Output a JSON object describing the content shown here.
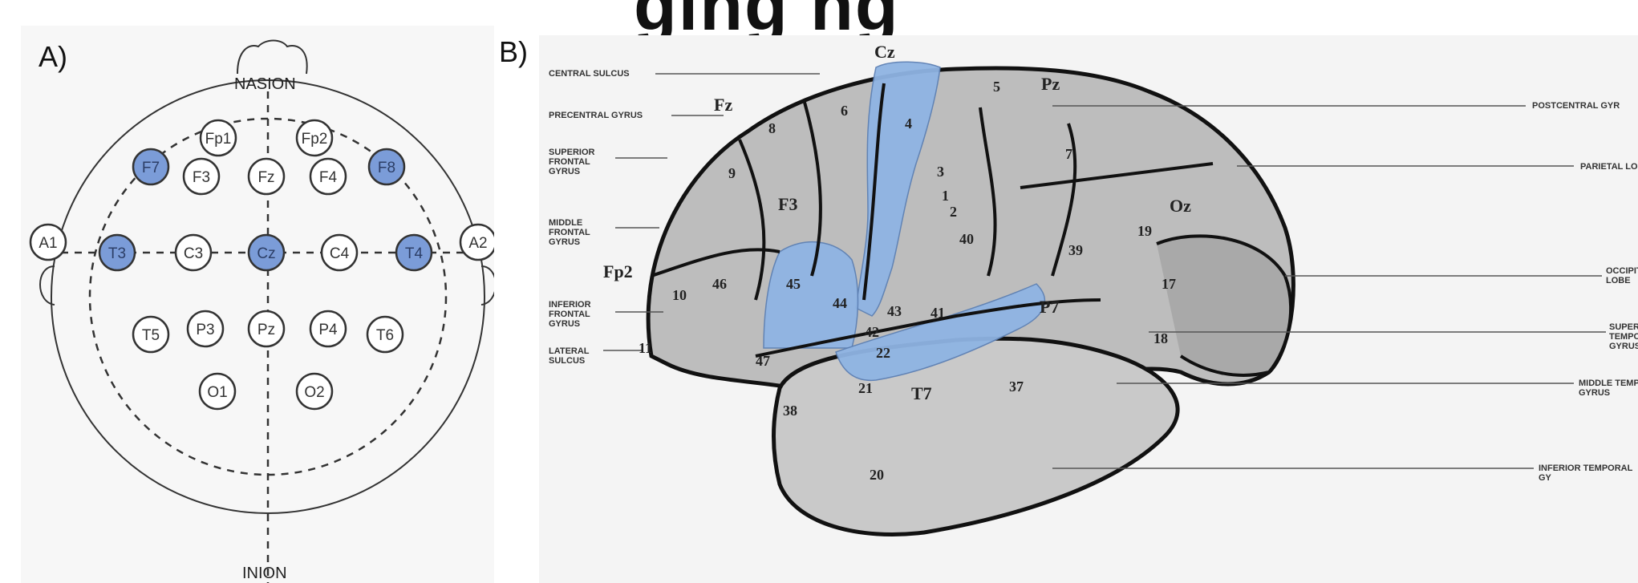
{
  "title_fragment": "ging  ng",
  "panel_a": {
    "label": "A)",
    "nasion": "NASION",
    "inion": "INION",
    "highlight_color": "#7b9cd8",
    "electrodes": [
      {
        "name": "Fp1",
        "highlighted": false
      },
      {
        "name": "Fp2",
        "highlighted": false
      },
      {
        "name": "F7",
        "highlighted": true
      },
      {
        "name": "F3",
        "highlighted": false
      },
      {
        "name": "Fz",
        "highlighted": false
      },
      {
        "name": "F4",
        "highlighted": false
      },
      {
        "name": "F8",
        "highlighted": true
      },
      {
        "name": "A1",
        "highlighted": false
      },
      {
        "name": "T3",
        "highlighted": true
      },
      {
        "name": "C3",
        "highlighted": false
      },
      {
        "name": "Cz",
        "highlighted": true
      },
      {
        "name": "C4",
        "highlighted": false
      },
      {
        "name": "T4",
        "highlighted": true
      },
      {
        "name": "A2",
        "highlighted": false
      },
      {
        "name": "T5",
        "highlighted": false
      },
      {
        "name": "P3",
        "highlighted": false
      },
      {
        "name": "Pz",
        "highlighted": false
      },
      {
        "name": "P4",
        "highlighted": false
      },
      {
        "name": "T6",
        "highlighted": false
      },
      {
        "name": "O1",
        "highlighted": false
      },
      {
        "name": "O2",
        "highlighted": false
      }
    ]
  },
  "panel_b": {
    "label": "B)",
    "region_color": "#8fb4e3",
    "electrode_labels": [
      "Cz",
      "Pz",
      "Fz",
      "F3",
      "Oz",
      "Fp2",
      "P7",
      "T7"
    ],
    "left_labels": [
      "CENTRAL SULCUS",
      "PRECENTRAL GYRUS",
      "SUPERIOR\nFRONTAL\nGYRUS",
      "MIDDLE\nFRONTAL\nGYRUS",
      "INFERIOR\nFRONTAL\nGYRUS",
      "LATERAL\nSULCUS"
    ],
    "right_labels": [
      "POSTCENTRAL GYR",
      "PARIETAL LO",
      "OCCIPIT\nLOBE",
      "SUPERIO\nTEMPORA\nGYRUS",
      "MIDDLE TEMPOR\nGYRUS",
      "INFERIOR TEMPORAL GY"
    ],
    "area_numbers": [
      "5",
      "6",
      "8",
      "4",
      "9",
      "3",
      "1",
      "2",
      "7",
      "40",
      "39",
      "19",
      "17",
      "18",
      "10",
      "46",
      "45",
      "44",
      "43",
      "41",
      "42",
      "22",
      "47",
      "11",
      "21",
      "37",
      "38",
      "20"
    ]
  }
}
